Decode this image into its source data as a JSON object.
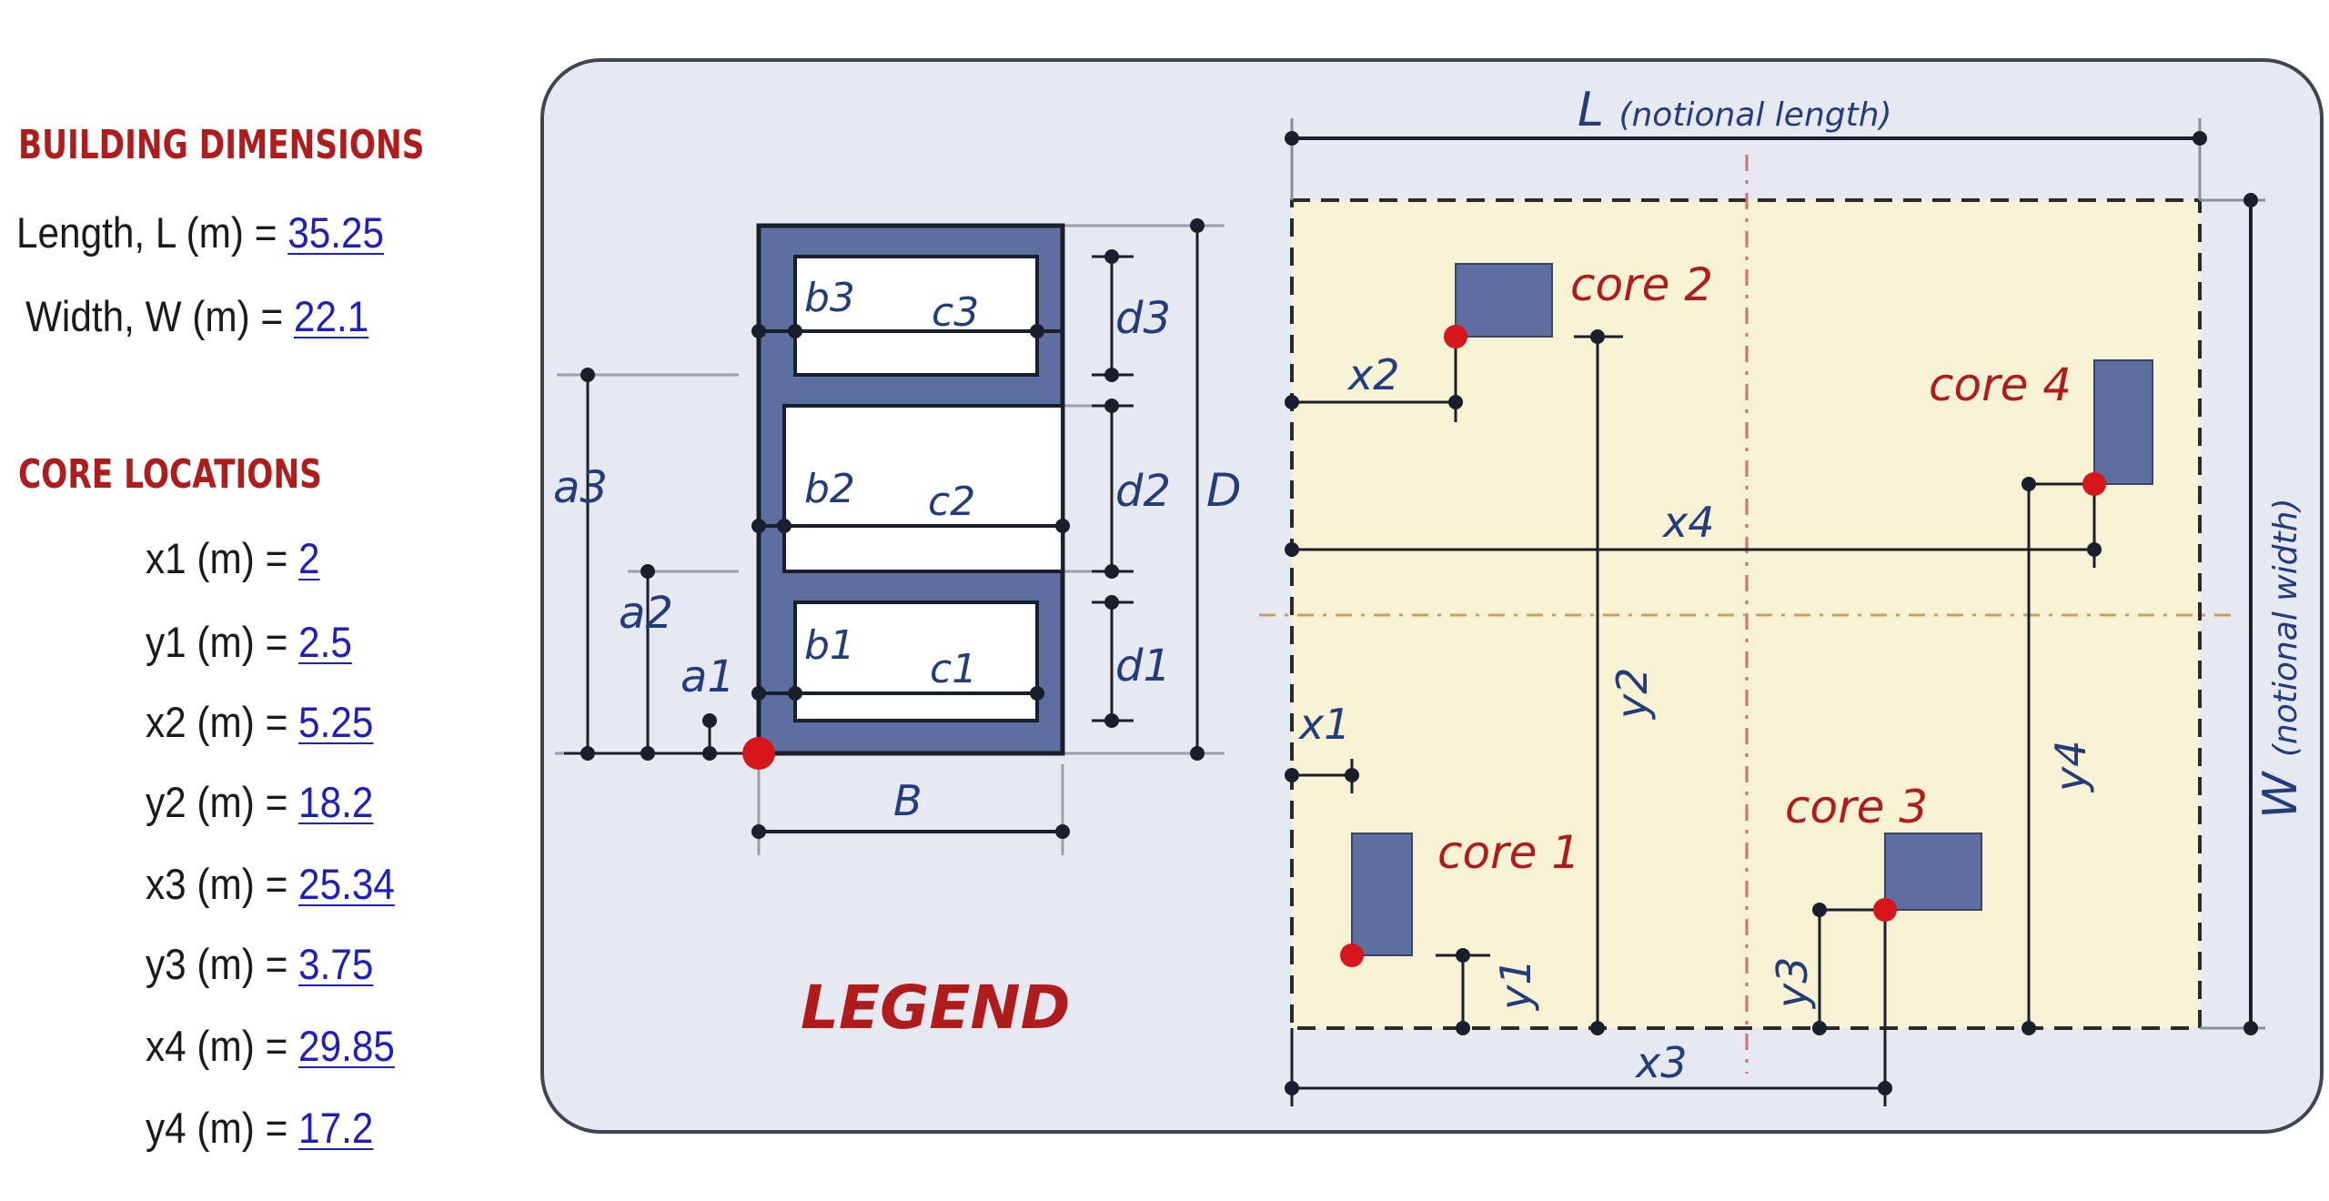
{
  "building_dimensions": {
    "title": "BUILDING DIMENSIONS",
    "length": {
      "label": "Length, L (m) =",
      "value": "35.25"
    },
    "width": {
      "label": "Width, W (m) =",
      "value": "22.1"
    }
  },
  "core_locations": {
    "title": "CORE LOCATIONS",
    "items": [
      {
        "label": "x1 (m) =",
        "value": "2"
      },
      {
        "label": "y1 (m) =",
        "value": "2.5"
      },
      {
        "label": "x2 (m) =",
        "value": "5.25"
      },
      {
        "label": "y2 (m) =",
        "value": "18.2"
      },
      {
        "label": "x3 (m) =",
        "value": "25.34"
      },
      {
        "label": "y3 (m) =",
        "value": "3.75"
      },
      {
        "label": "x4 (m) =",
        "value": "29.85"
      },
      {
        "label": "y4 (m) =",
        "value": "17.2"
      }
    ]
  },
  "legend": {
    "title": "LEGEND",
    "labels": {
      "a1": "a1",
      "a2": "a2",
      "a3": "a3",
      "b1": "b1",
      "b2": "b2",
      "b3": "b3",
      "c1": "c1",
      "c2": "c2",
      "c3": "c3",
      "d1": "d1",
      "d2": "d2",
      "d3": "d3",
      "B": "B",
      "D": "D"
    }
  },
  "plan": {
    "length_label": "L",
    "length_note": "(notional length)",
    "width_label": "W",
    "width_note": "(notional width)",
    "cores": {
      "core1": "core 1",
      "core2": "core 2",
      "core3": "core 3",
      "core4": "core 4"
    },
    "dims": {
      "x1": "x1",
      "y1": "y1",
      "x2": "x2",
      "y2": "y2",
      "x3": "x3",
      "y3": "y3",
      "x4": "x4",
      "y4": "y4"
    }
  },
  "colors": {
    "title_red": "#b01c1c",
    "link_blue": "#1f1fbf",
    "label_navy": "#243c7a",
    "core_fill": "#5d6ea0",
    "floor_fill": "#f7f2d4",
    "panel_fill": "#e6e8f2"
  }
}
